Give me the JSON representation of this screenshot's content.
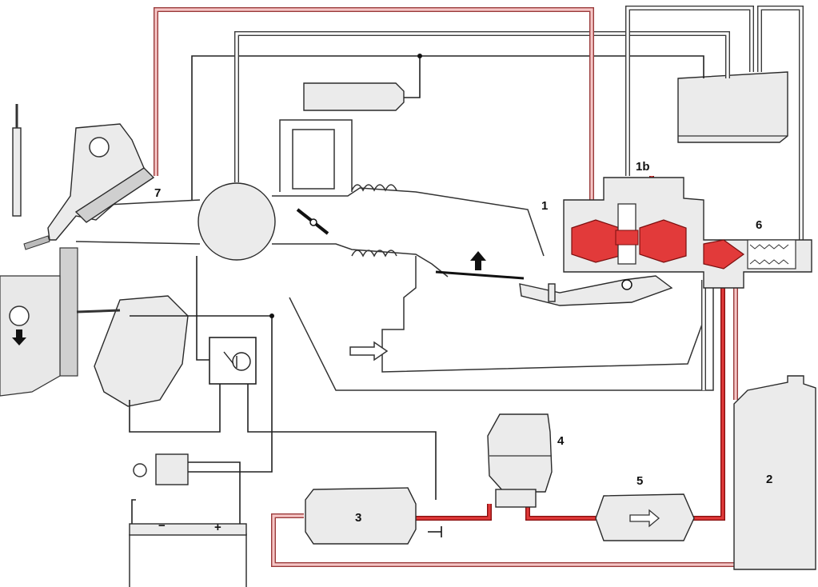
{
  "labels": {
    "l1": "1",
    "l1b": "1b",
    "l2": "2",
    "l3": "3",
    "l4": "4",
    "l5": "5",
    "l6": "6",
    "l7": "7"
  },
  "battery": {
    "minus": "−",
    "plus": "+"
  },
  "colors": {
    "fuel_pressure": "#e23a3a",
    "fuel_return": "#f6c7c7",
    "component_fill": "#ebebeb",
    "wiring": "#222222"
  },
  "icons": {
    "fuel_filter_arrow": "right-arrow-icon",
    "sensor_plate_arrow": "up-arrow-icon",
    "air_intake_arrow": "hollow-right-arrow-icon",
    "crankshaft_arrow": "down-arrow-icon"
  }
}
